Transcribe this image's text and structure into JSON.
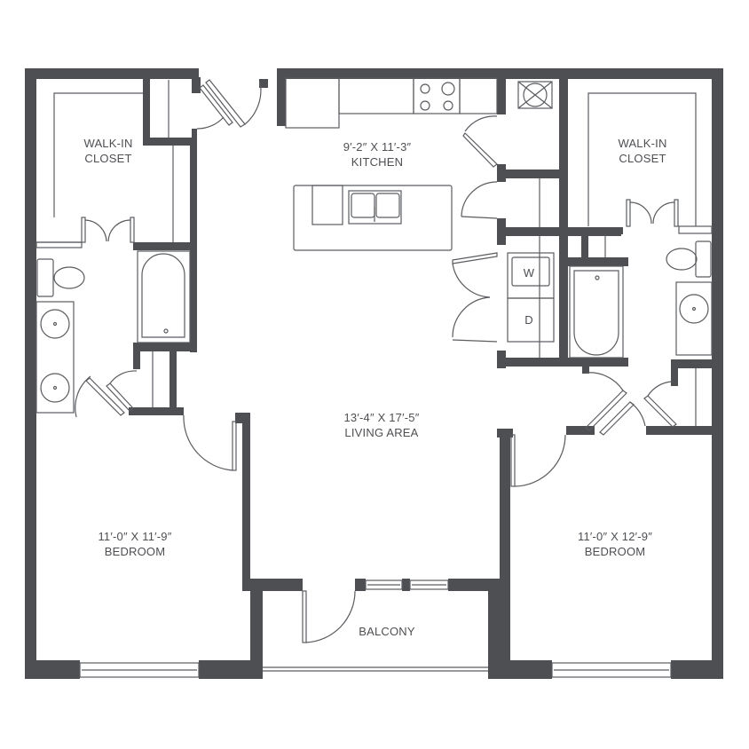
{
  "plan": {
    "wall_color": "#4d4f53",
    "line_color": "#5a5c60",
    "background": "#ffffff"
  },
  "rooms": {
    "closet_left": {
      "name": "WALK-IN",
      "name2": "CLOSET"
    },
    "closet_right": {
      "name": "WALK-IN",
      "name2": "CLOSET"
    },
    "kitchen": {
      "dimensions": "9′-2″ X 11′-3″",
      "name": "KITCHEN"
    },
    "living": {
      "dimensions": "13′-4″ X 17′-5″",
      "name": "LIVING AREA"
    },
    "bedroom_left": {
      "dimensions": "11′-0″ X 11′-9″",
      "name": "BEDROOM"
    },
    "bedroom_right": {
      "dimensions": "11′-0″ X 12′-9″",
      "name": "BEDROOM"
    },
    "balcony": {
      "name": "BALCONY"
    }
  },
  "appliances": {
    "washer": "W",
    "dryer": "D"
  },
  "icons": [
    "stove-icon",
    "sink-icon",
    "toilet-icon",
    "bathtub-icon",
    "lavatory-sink-icon",
    "water-heater-icon",
    "door-swing-icon",
    "window-icon"
  ]
}
